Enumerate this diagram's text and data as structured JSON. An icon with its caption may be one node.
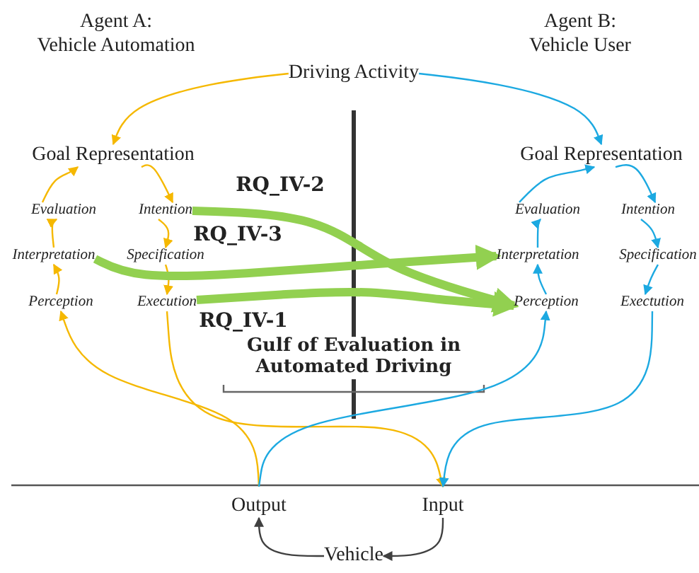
{
  "diagram": {
    "nodes": [
      {
        "text": [
          "Driving Activity"
        ]
      },
      {
        "text": [
          "Goal Representation"
        ]
      },
      {
        "text": [
          "Evaluation"
        ]
      },
      {
        "text": [
          "Intention"
        ]
      },
      {
        "text": [
          "Interpretation"
        ]
      },
      {
        "text": [
          "Specification"
        ]
      },
      {
        "text": [
          "Perception"
        ]
      },
      {
        "text": [
          "Execution"
        ]
      },
      {
        "text": [
          "Goal Representation"
        ]
      },
      {
        "text": [
          "Evaluation"
        ]
      },
      {
        "text": [
          "Intention"
        ]
      },
      {
        "text": [
          "Interpretation"
        ]
      },
      {
        "text": [
          "Specification"
        ]
      },
      {
        "text": [
          "Perception"
        ]
      },
      {
        "text": [
          "Exectution"
        ]
      },
      {
        "text": [
          "Output"
        ]
      },
      {
        "text": [
          "Input"
        ]
      },
      {
        "text": [
          "Vehicle"
        ]
      }
    ],
    "edges": [
      {
        "from": 0,
        "to": 1,
        "arrow": "to",
        "color": "#f5b800"
      },
      {
        "from": 1,
        "to": 3,
        "arrow": "to",
        "color": "#f5b800"
      },
      {
        "from": 3,
        "to": 5,
        "arrow": "to",
        "color": "#f5b800"
      },
      {
        "from": 5,
        "to": 7,
        "arrow": "to",
        "color": "#f5b800"
      },
      {
        "from": 6,
        "to": 4,
        "arrow": "to",
        "color": "#f5b800"
      },
      {
        "from": 4,
        "to": 2,
        "arrow": "to",
        "color": "#f5b800"
      },
      {
        "from": 2,
        "to": 1,
        "arrow": "to",
        "color": "#f5b800"
      },
      {
        "from": 7,
        "to": 16,
        "arrow": "to",
        "color": "#f5b800"
      },
      {
        "from": 15,
        "to": 6,
        "arrow": "to",
        "color": "#f5b800"
      },
      {
        "from": 0,
        "to": 8,
        "arrow": "to",
        "color": "#1ca9e1"
      },
      {
        "from": 8,
        "to": 10,
        "arrow": "to",
        "color": "#1ca9e1"
      },
      {
        "from": 10,
        "to": 12,
        "arrow": "to",
        "color": "#1ca9e1"
      },
      {
        "from": 12,
        "to": 14,
        "arrow": "to",
        "color": "#1ca9e1"
      },
      {
        "from": 13,
        "to": 11,
        "arrow": "to",
        "color": "#1ca9e1"
      },
      {
        "from": 11,
        "to": 9,
        "arrow": "to",
        "color": "#1ca9e1"
      },
      {
        "from": 9,
        "to": 8,
        "arrow": "to",
        "color": "#1ca9e1"
      },
      {
        "from": 15,
        "to": 13,
        "arrow": "to",
        "color": "#1ca9e1"
      },
      {
        "from": 14,
        "to": 16,
        "arrow": "to",
        "color": "#1ca9e1"
      },
      {
        "from": 3,
        "to": 13,
        "arrow": "to",
        "label": "RQ_IV-2",
        "style": "thick",
        "color": "#92d050"
      },
      {
        "from": 4,
        "to": 11,
        "arrow": "to",
        "label": "RQ_IV-3",
        "style": "thick",
        "color": "#92d050"
      },
      {
        "from": 7,
        "to": 13,
        "arrow": "to",
        "label": "RQ_IV-1",
        "style": "thick",
        "color": "#92d050"
      },
      {
        "from": 16,
        "to": 17,
        "arrow": "to",
        "color": "#404040"
      },
      {
        "from": 17,
        "to": 15,
        "arrow": "to",
        "color": "#404040"
      }
    ],
    "labels": [
      "Agent A:",
      "Vehicle Automation",
      "Agent B:",
      "Vehicle User",
      "Gulf of Evaluation in Automated Driving"
    ]
  }
}
